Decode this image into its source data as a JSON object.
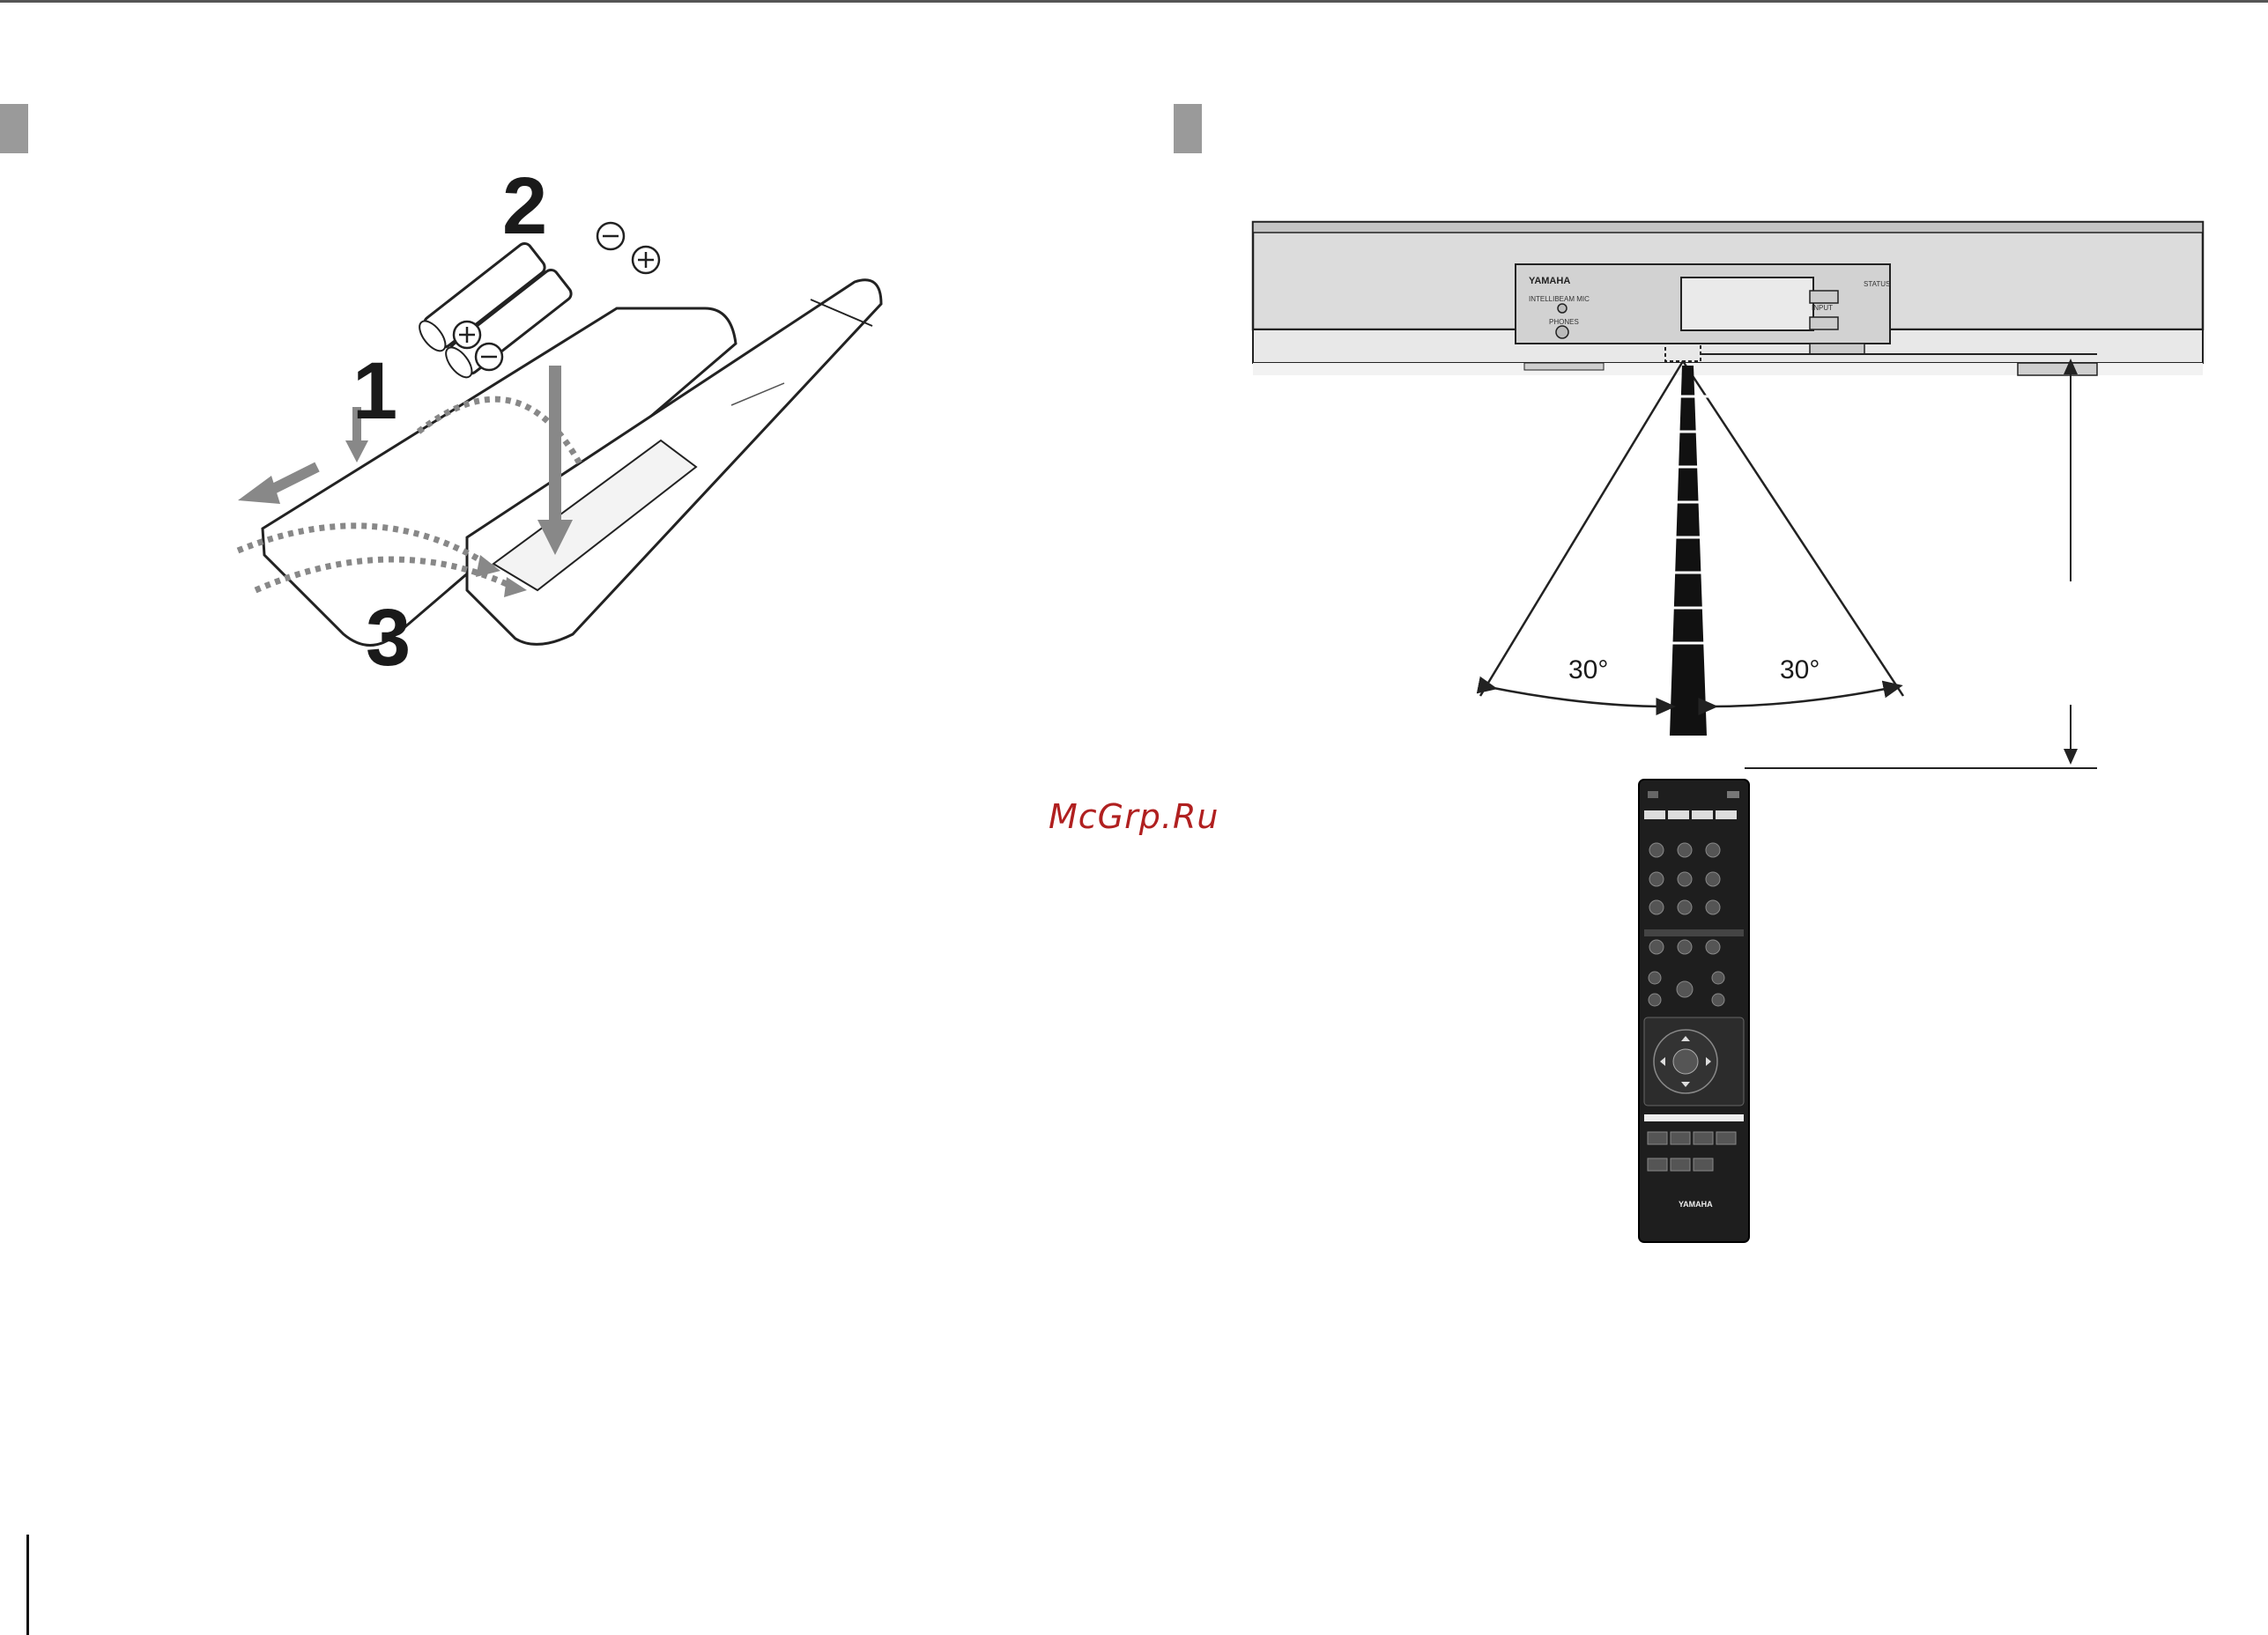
{
  "left_figure": {
    "steps": [
      "1",
      "2",
      "3"
    ]
  },
  "right_figure": {
    "angle_left": "30°",
    "angle_right": "30°",
    "panel_brand": "YAMAHA",
    "panel_labels": {
      "intellibeam_mic": "INTELLIBEAM MIC",
      "phones": "PHONES",
      "status": "STATUS",
      "input": "INPUT"
    },
    "remote_brand": "YAMAHA"
  },
  "watermark": "McGrp.Ru"
}
